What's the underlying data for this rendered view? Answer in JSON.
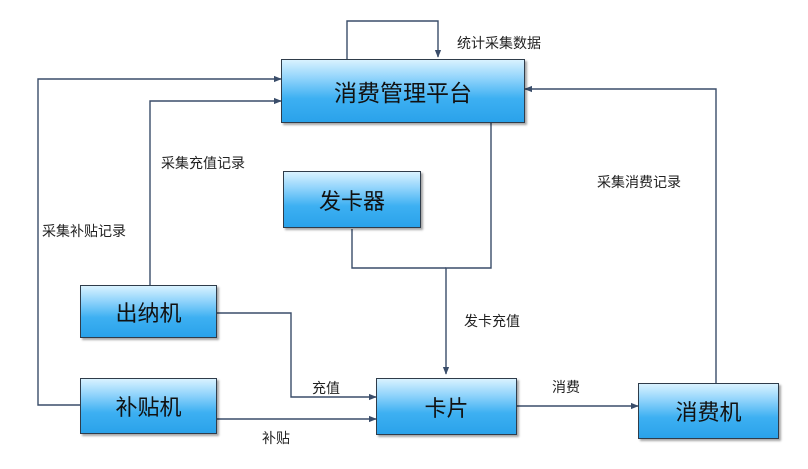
{
  "nodes": {
    "platform": "消费管理平台",
    "issuer": "发卡器",
    "cashier": "出纳机",
    "subsidy": "补贴机",
    "card": "卡片",
    "pos": "消费机"
  },
  "edges": {
    "stats": "统计采集数据",
    "collect_recharge": "采集充值记录",
    "collect_subsidy": "采集补贴记录",
    "collect_consume": "采集消费记录",
    "issue_recharge": "发卡充值",
    "recharge": "充值",
    "subsidy": "补贴",
    "consume": "消费"
  },
  "colors": {
    "box_top": "#d9f2ff",
    "box_bottom": "#2aa2ea",
    "line": "#3a4d6a"
  }
}
